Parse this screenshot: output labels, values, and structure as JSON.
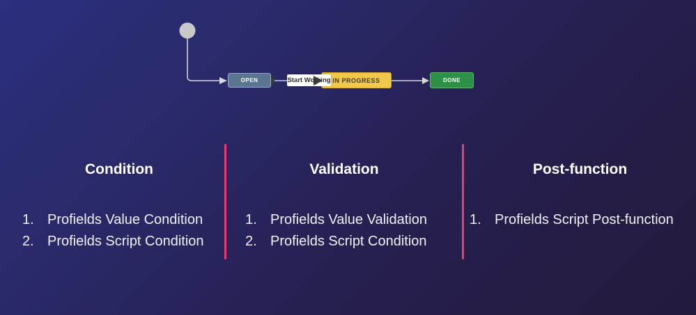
{
  "slide": {
    "background": {
      "gradient_start": "#2b2f7d",
      "gradient_mid": "#272257",
      "gradient_end": "#241a3c"
    },
    "divider_color": "#ee3a72"
  },
  "workflow": {
    "transition_label": "Start Working",
    "statuses": [
      {
        "label": "OPEN",
        "color": "#5a7590"
      },
      {
        "label": "IN PROGRESS",
        "color": "#f2c84b"
      },
      {
        "label": "DONE",
        "color": "#2c9144"
      }
    ]
  },
  "columns": [
    {
      "title": "Condition",
      "items": [
        {
          "num": "1.",
          "text": "Profields Value Condition"
        },
        {
          "num": "2.",
          "text": "Profields Script Condition"
        }
      ]
    },
    {
      "title": "Validation",
      "items": [
        {
          "num": "1.",
          "text": "Profields Value Validation"
        },
        {
          "num": "2.",
          "text": "Profields Script Condition"
        }
      ]
    },
    {
      "title": "Post-function",
      "items": [
        {
          "num": "1.",
          "text": "Profields Script Post-function"
        }
      ]
    }
  ]
}
